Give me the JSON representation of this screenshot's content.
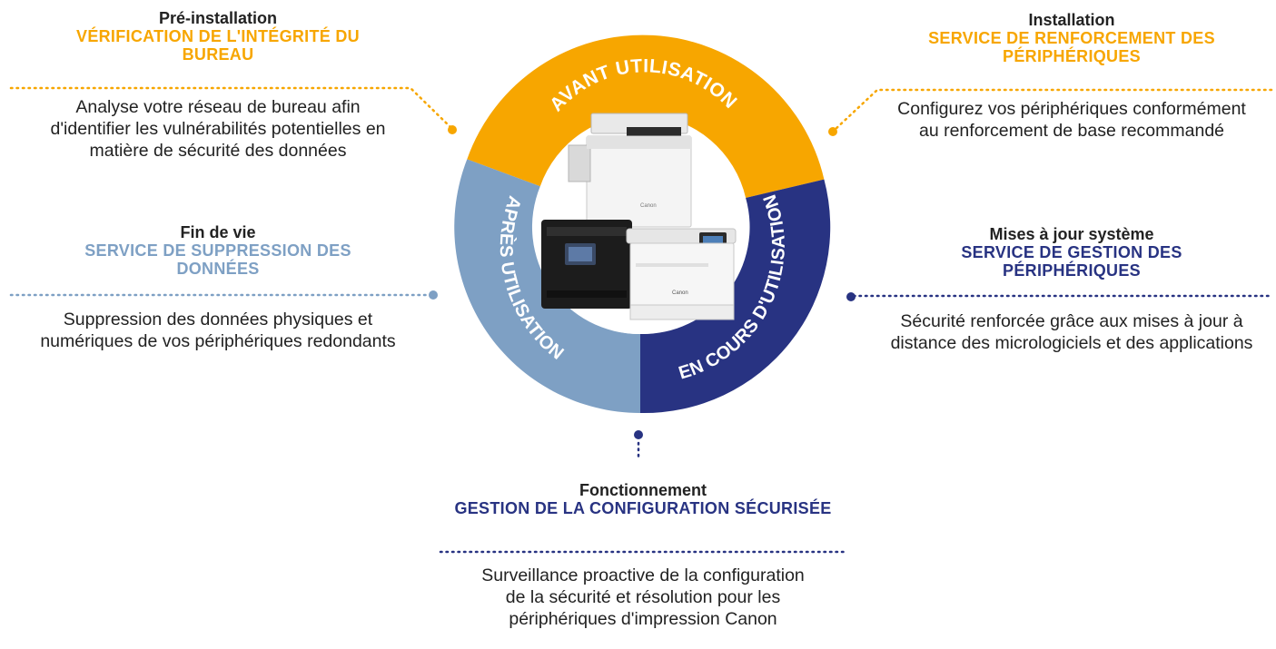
{
  "colors": {
    "orange": "#f7a600",
    "light_blue": "#7ea0c4",
    "navy": "#283382",
    "text": "#222222"
  },
  "wheel": {
    "top_label": "AVANT UTILISATION",
    "left_label": "APRÈS UTILISATION",
    "right_label": "EN COURS D'UTILISATION",
    "center_image": "canon-printers-photo",
    "brand_text": "Canon"
  },
  "steps": {
    "pre_installation": {
      "phase": "Pré-installation",
      "service": "VÉRIFICATION DE L'INTÉGRITÉ DU BUREAU",
      "description": "Analyse votre réseau de bureau afin d'identifier les vulnérabilités potentielles en matière de sécurité des données"
    },
    "installation": {
      "phase": "Installation",
      "service": "SERVICE DE RENFORCEMENT DES PÉRIPHÉRIQUES",
      "description": "Configurez vos périphériques conformément au renforcement de base recommandé"
    },
    "end_of_life": {
      "phase": "Fin de vie",
      "service": "SERVICE DE SUPPRESSION DES DONNÉES",
      "description": "Suppression des données physiques et numériques de vos périphériques redondants"
    },
    "system_updates": {
      "phase": "Mises à jour système",
      "service": "SERVICE DE GESTION DES PÉRIPHÉRIQUES",
      "description": "Sécurité renforcée grâce aux mises à jour à distance des micrologiciels et des applications"
    },
    "operation": {
      "phase": "Fonctionnement",
      "service": "GESTION DE LA CONFIGURATION SÉCURISÉE",
      "description": "Surveillance proactive de la configuration de la sécurité et résolution pour les périphériques d'impression Canon"
    }
  }
}
